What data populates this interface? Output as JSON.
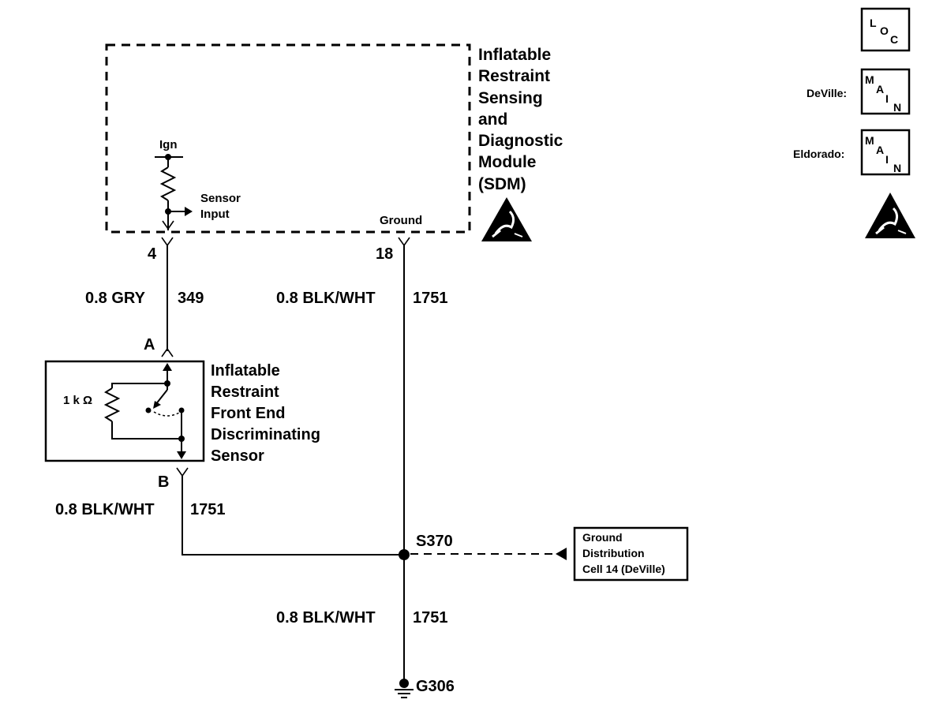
{
  "sdm": {
    "title_lines": [
      "Inflatable",
      "Restraint",
      "Sensing",
      "and",
      "Diagnostic",
      "Module",
      "(SDM)"
    ],
    "ign_label": "Ign",
    "sensor_input_lines": [
      "Sensor",
      "Input"
    ],
    "ground_label": "Ground",
    "pin_left": "4",
    "pin_right": "18",
    "esd_icon": "esd-warning-icon"
  },
  "wires": {
    "gry": {
      "gauge_color": "0.8 GRY",
      "circuit": "349"
    },
    "sdm_ground": {
      "gauge_color": "0.8 BLK/WHT",
      "circuit": "1751"
    },
    "sensor_ground": {
      "gauge_color": "0.8 BLK/WHT",
      "circuit": "1751"
    },
    "to_ground": {
      "gauge_color": "0.8 BLK/WHT",
      "circuit": "1751"
    }
  },
  "sensor": {
    "title_lines": [
      "Inflatable",
      "Restraint",
      "Front End",
      "Discriminating",
      "Sensor"
    ],
    "resistor_label": "1 k Ω",
    "pin_a": "A",
    "pin_b": "B"
  },
  "splice": {
    "label": "S370"
  },
  "ground": {
    "label": "G306",
    "icon": "ground-symbol-icon"
  },
  "ground_distribution": {
    "lines": [
      "Ground",
      "Distribution",
      "Cell 14 (DeVille)"
    ]
  },
  "legend": {
    "loc": {
      "top": "L",
      "sub": "O",
      "sub2": "C"
    },
    "deville": {
      "label": "DeVille:",
      "letters": [
        "M",
        "A",
        "I",
        "N"
      ]
    },
    "eldorado": {
      "label": "Eldorado:",
      "letters": [
        "M",
        "A",
        "I",
        "N"
      ]
    },
    "esd_icon": "esd-warning-icon"
  }
}
